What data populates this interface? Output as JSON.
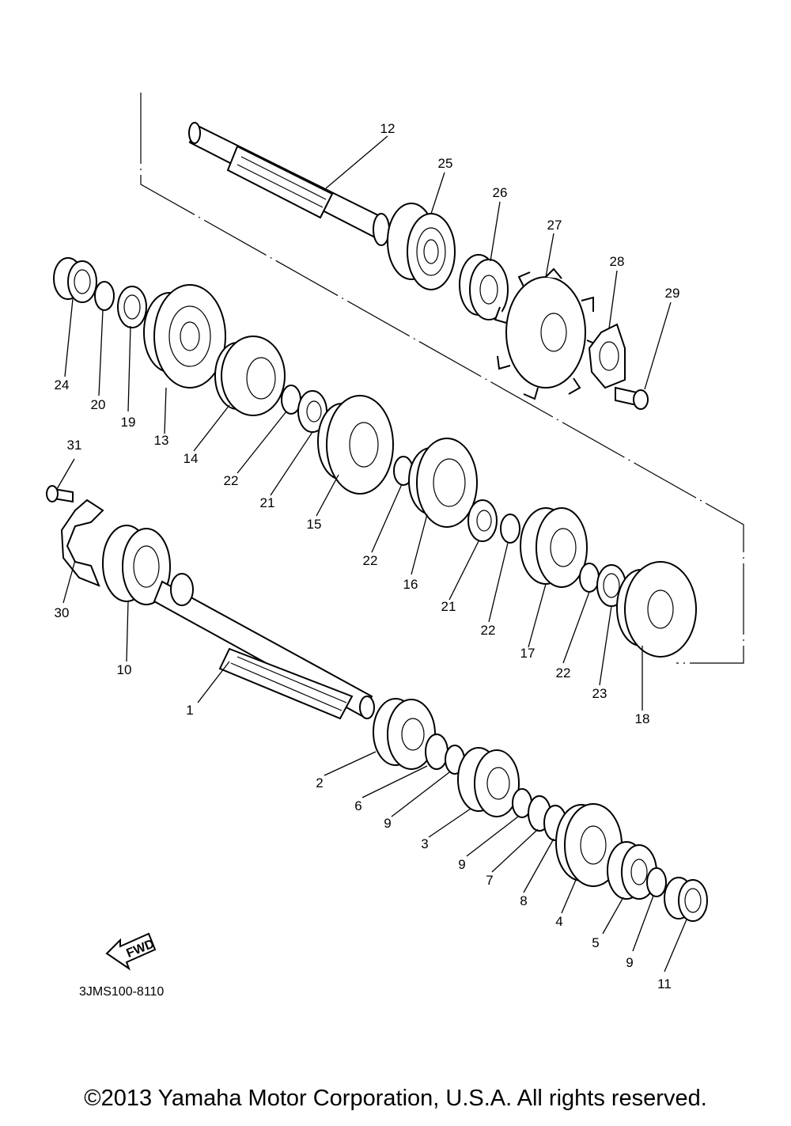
{
  "diagram_code": "3JMS100-8110",
  "fwd_label": "FWD",
  "copyright": "©2013 Yamaha Motor Corporation, U.S.A. All rights reserved.",
  "callouts": {
    "p1": "1",
    "p2": "2",
    "p3": "3",
    "p4": "4",
    "p5": "5",
    "p6": "6",
    "p7": "7",
    "p8": "8",
    "p9a": "9",
    "p9b": "9",
    "p9c": "9",
    "p10": "10",
    "p11": "11",
    "p12": "12",
    "p13": "13",
    "p14": "14",
    "p15": "15",
    "p16": "16",
    "p17": "17",
    "p18": "18",
    "p19": "19",
    "p20": "20",
    "p21a": "21",
    "p21b": "21",
    "p22a": "22",
    "p22b": "22",
    "p22c": "22",
    "p22d": "22",
    "p23": "23",
    "p24": "24",
    "p25": "25",
    "p26": "26",
    "p27": "27",
    "p28": "28",
    "p29": "29",
    "p30": "30",
    "p31": "31"
  }
}
